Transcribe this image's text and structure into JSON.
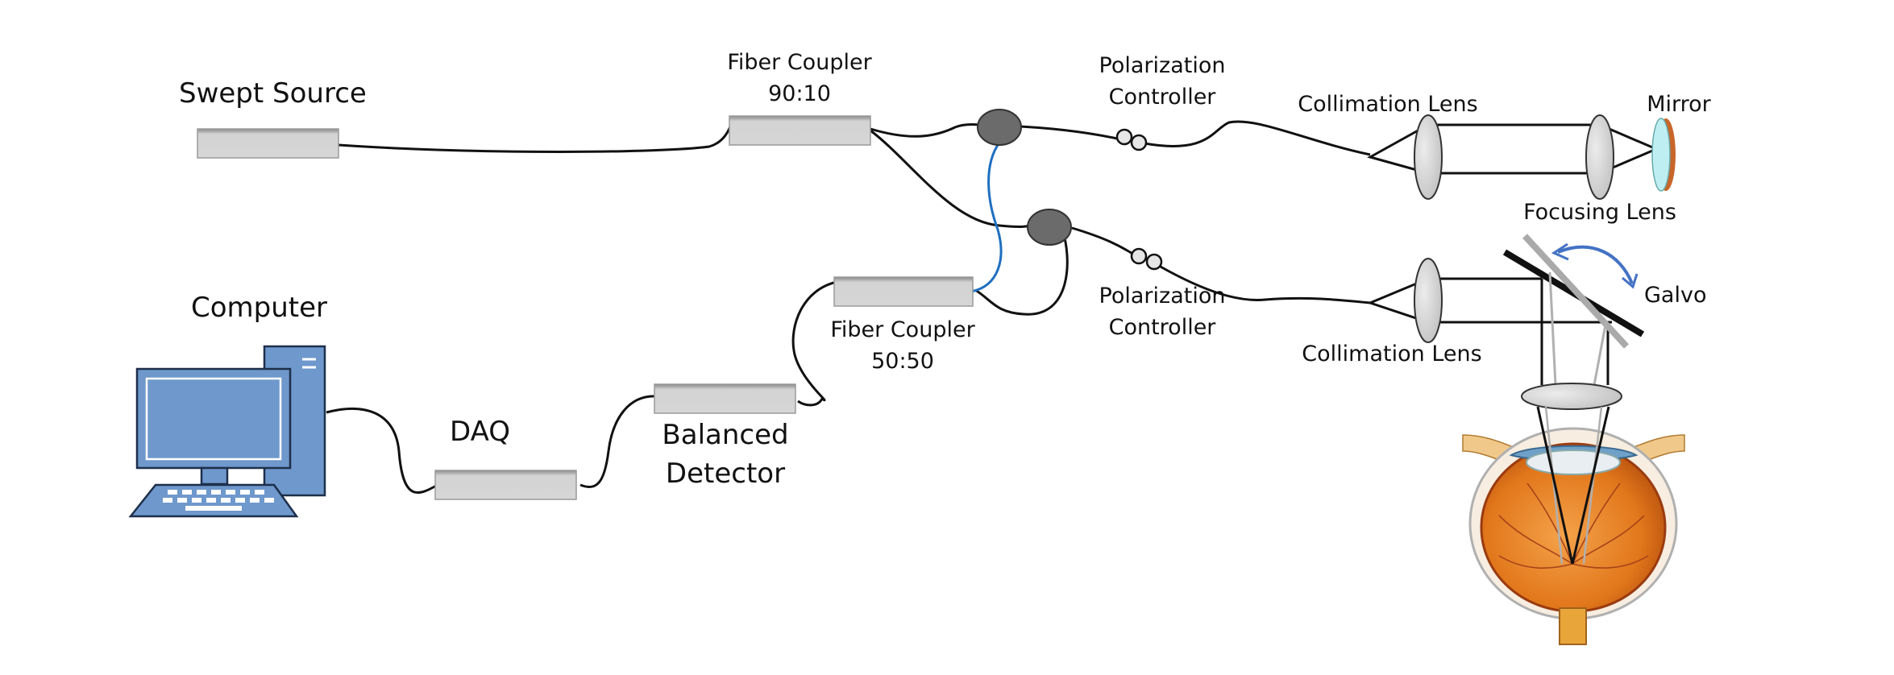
{
  "labels": {
    "swept_source": "Swept Source",
    "fiber_coupler_top_1": "Fiber Coupler",
    "fiber_coupler_top_2": "90:10",
    "polarization_top_1": "Polarization",
    "polarization_top_2": "Controller",
    "collimation_top": "Collimation Lens",
    "mirror": "Mirror",
    "focusing_lens": "Focusing Lens",
    "galvo": "Galvo",
    "polarization_bottom_1": "Polarization",
    "polarization_bottom_2": "Controller",
    "collimation_bottom": "Collimation Lens",
    "fiber_coupler_bottom_1": "Fiber Coupler",
    "fiber_coupler_bottom_2": "50:50",
    "computer": "Computer",
    "daq": "DAQ",
    "balanced_detector_1": "Balanced",
    "balanced_detector_2": "Detector"
  },
  "colors": {
    "fiber": "#111111",
    "reference_fiber": "#1f6fc0",
    "component_box": "#d3d3d3",
    "component_shadow": "#8a8a8a",
    "circulator": "#6b6b6b",
    "lens": "#d6d6d6",
    "mirror_glass": "#bfeef2",
    "mirror_back": "#c8662a",
    "galvo_arrow": "#4472c4",
    "computer_blue": "#6f98cc",
    "eye_orange": "#e2771b"
  },
  "icons": [
    "computer-icon",
    "eye-illustration",
    "galvo-rotation-arrow-icon"
  ]
}
